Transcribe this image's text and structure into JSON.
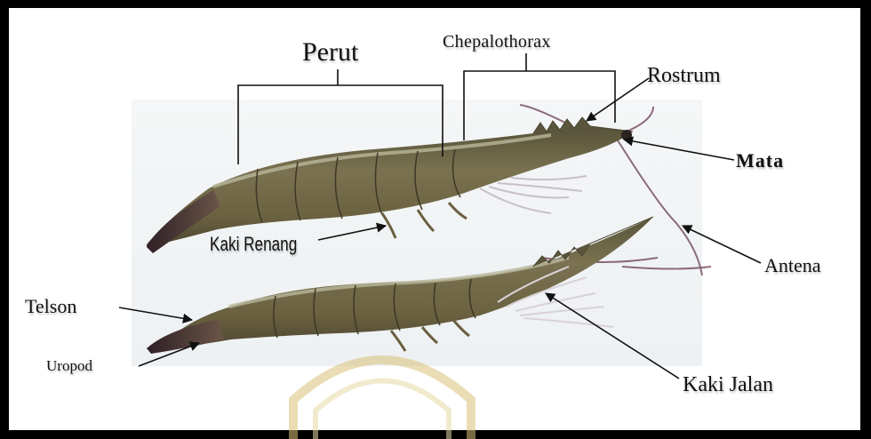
{
  "labels": {
    "perut": "Perut",
    "cephalothorax": "Chepalothorax",
    "rostrum": "Rostrum",
    "mata": "Mata",
    "antena": "Antena",
    "kaki_renang": "Kaki Renang",
    "telson": "Telson",
    "uropod": "Uropod",
    "kaki_jalan": "Kaki Jalan"
  },
  "colors": {
    "frame": "#000000",
    "background": "#ffffff",
    "shrimp_body": "#6f6840",
    "shrimp_stripe": "#a9a88c",
    "tail": "#3b2a30",
    "watermark": "#d9c078"
  }
}
